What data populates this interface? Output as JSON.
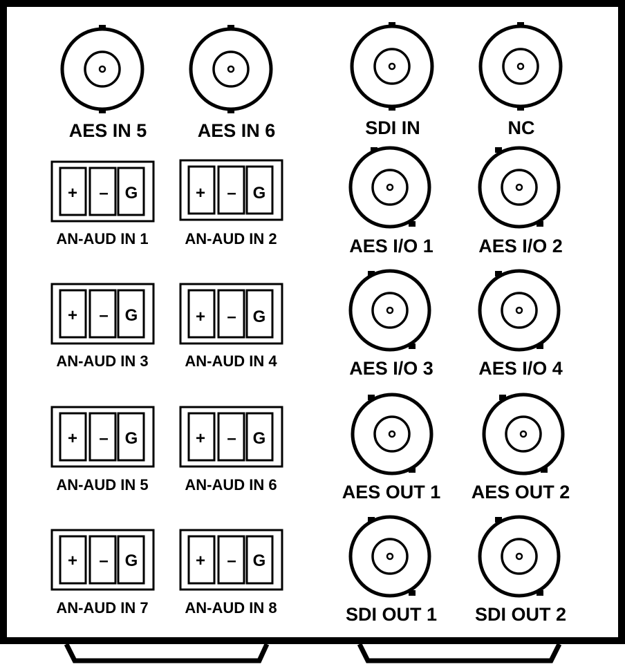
{
  "panel": {
    "bnc_connectors": [
      {
        "id": "aes-in-5",
        "label": "AES IN 5"
      },
      {
        "id": "aes-in-6",
        "label": "AES IN 6"
      },
      {
        "id": "sdi-in",
        "label": "SDI IN"
      },
      {
        "id": "nc",
        "label": "NC"
      },
      {
        "id": "aes-io-1",
        "label": "AES I/O 1"
      },
      {
        "id": "aes-io-2",
        "label": "AES I/O 2"
      },
      {
        "id": "aes-io-3",
        "label": "AES I/O 3"
      },
      {
        "id": "aes-io-4",
        "label": "AES I/O 4"
      },
      {
        "id": "aes-out-1",
        "label": "AES OUT 1"
      },
      {
        "id": "aes-out-2",
        "label": "AES OUT 2"
      },
      {
        "id": "sdi-out-1",
        "label": "SDI OUT 1"
      },
      {
        "id": "sdi-out-2",
        "label": "SDI OUT 2"
      }
    ],
    "terminal_blocks": [
      {
        "id": "an-aud-in-1",
        "label": "AN-AUD IN 1"
      },
      {
        "id": "an-aud-in-2",
        "label": "AN-AUD IN 2"
      },
      {
        "id": "an-aud-in-3",
        "label": "AN-AUD IN 3"
      },
      {
        "id": "an-aud-in-4",
        "label": "AN-AUD IN 4"
      },
      {
        "id": "an-aud-in-5",
        "label": "AN-AUD IN 5"
      },
      {
        "id": "an-aud-in-6",
        "label": "AN-AUD IN 6"
      },
      {
        "id": "an-aud-in-7",
        "label": "AN-AUD IN 7"
      },
      {
        "id": "an-aud-in-8",
        "label": "AN-AUD IN 8"
      }
    ],
    "terminal_pins": [
      "+",
      "–",
      "G"
    ]
  }
}
